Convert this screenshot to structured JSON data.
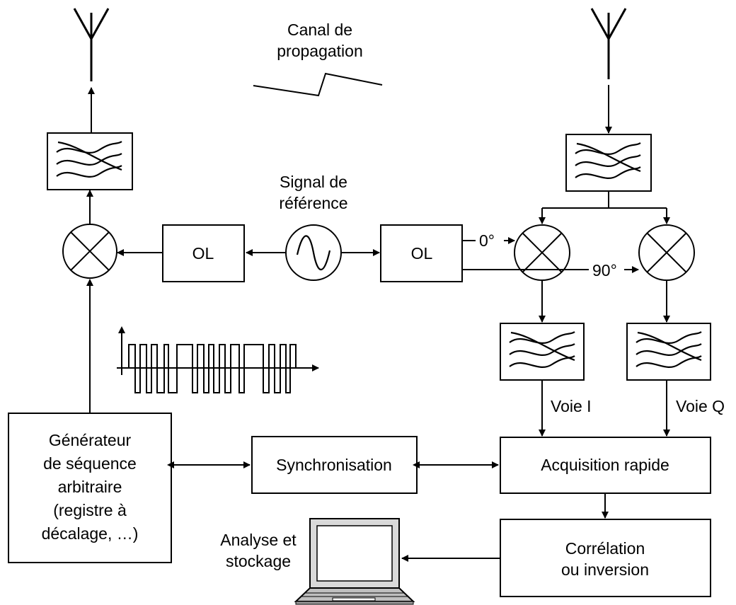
{
  "labels": {
    "channel": [
      "Canal de",
      "propagation"
    ],
    "reference": [
      "Signal de",
      "référence"
    ],
    "ol_left": "OL",
    "ol_right": "OL",
    "phase_0": "0°",
    "phase_90": "90°",
    "voie_i": "Voie I",
    "voie_q": "Voie Q",
    "generator": [
      "Générateur",
      "de séquence",
      "arbitraire",
      "(registre à",
      "décalage, …)"
    ],
    "synchronisation": "Synchronisation",
    "acquisition": "Acquisition rapide",
    "correlation": [
      "Corrélation",
      "ou inversion"
    ],
    "analysis": [
      "Analyse et",
      "stockage"
    ]
  }
}
